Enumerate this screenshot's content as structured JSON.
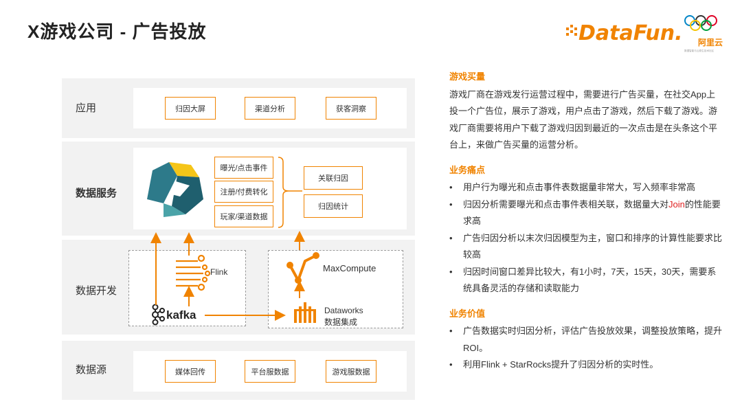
{
  "page": {
    "title": "X游戏公司 - 广告投放"
  },
  "logo": {
    "brand": "DataFun.",
    "partner": "阿里云",
    "tagline": "数据智能与云原生技术社区"
  },
  "diagram": {
    "layers": [
      {
        "label": "应用",
        "boxes": [
          "归因大屏",
          "渠道分析",
          "获客洞察"
        ]
      },
      {
        "label": "数据服务",
        "events": [
          "曝光/点击事件",
          "注册/付费转化",
          "玩家/渠道数据"
        ],
        "results": [
          "关联归因",
          "归因统计"
        ]
      },
      {
        "label": "数据开发",
        "flink": "Flink",
        "kafka": "kafka",
        "maxcompute": "MaxCompute",
        "dataworks_line1": "Dataworks",
        "dataworks_line2": "数据集成"
      },
      {
        "label": "数据源",
        "boxes": [
          "媒体回传",
          "平台服数据",
          "游戏服数据"
        ]
      }
    ],
    "colors": {
      "accent": "#f08300",
      "layer_bg": "#f2f2f2"
    }
  },
  "panel": {
    "buy": {
      "title": "游戏买量",
      "text": "游戏厂商在游戏发行运营过程中，需要进行广告买量，在社交App上投一个广告位，展示了游戏，用户点击了游戏，然后下载了游戏。游戏厂商需要将用户下载了游戏归因到最近的一次点击是在头条这个平台上，来做广告买量的运营分析。"
    },
    "pain": {
      "title": "业务痛点",
      "b1": "用户行为曝光和点击事件表数据量非常大，写入频率非常高",
      "b2_pre": "归因分析需要曝光和点击事件表相关联，数据量大对",
      "b2_red": "Join",
      "b2_post": "的性能要求高",
      "b3": "广告归因分析以末次归因模型为主，窗口和排序的计算性能要求比较高",
      "b4": "归因时间窗口差异比较大，有1小时，7天，15天，30天，需要系统具备灵活的存储和读取能力"
    },
    "value": {
      "title": "业务价值",
      "b1": "广告数据实时归因分析，评估广告投放效果，调整投放策略，提升ROI。",
      "b2": "利用Flink + StarRocks提升了归因分析的实时性。"
    }
  }
}
